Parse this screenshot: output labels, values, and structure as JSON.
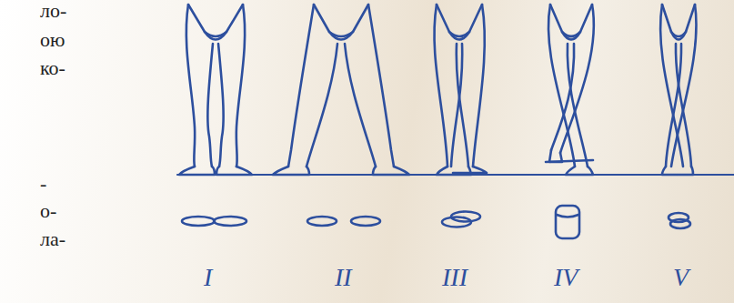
{
  "diagram": {
    "labels": [
      "ло-",
      "ою",
      "ко-",
      "-",
      "о-",
      "ла-",
      "I",
      "II",
      "III",
      "IV",
      "V"
    ]
  }
}
